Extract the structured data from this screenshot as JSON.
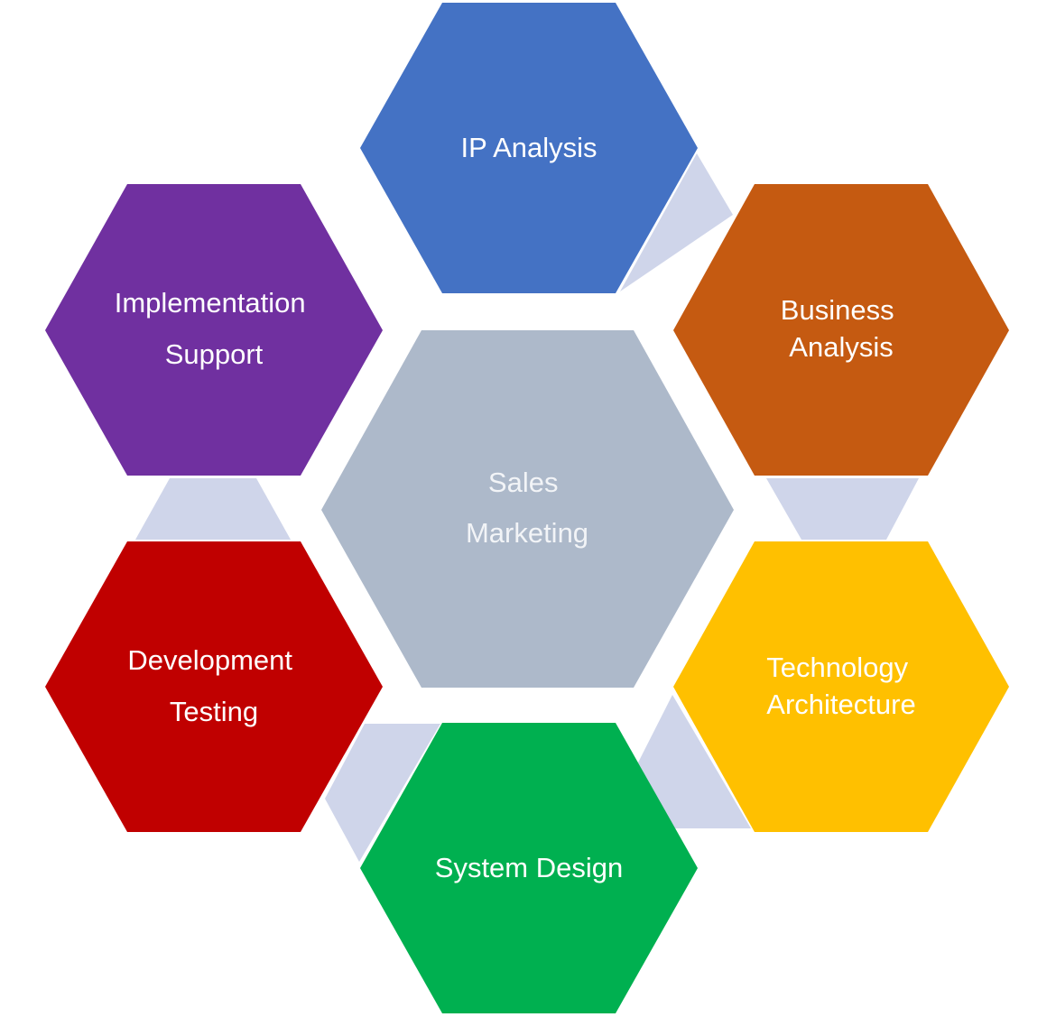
{
  "diagram": {
    "center": {
      "lines": [
        "Sales",
        "Marketing"
      ],
      "color": "#ADB9CA"
    },
    "connector_color": "#CFD5EA",
    "nodes": [
      {
        "id": "ip-analysis",
        "lines": [
          "IP Analysis"
        ],
        "color": "#4472C4"
      },
      {
        "id": "business-analysis",
        "lines": [
          "Business",
          "Analysis"
        ],
        "color": "#C55A11"
      },
      {
        "id": "technology-architecture",
        "lines": [
          "Technology",
          "Architecture"
        ],
        "color": "#FFC000"
      },
      {
        "id": "system-design",
        "lines": [
          "System Design"
        ],
        "color": "#00B050"
      },
      {
        "id": "development-testing",
        "lines": [
          "Development",
          "Testing"
        ],
        "color": "#C00000"
      },
      {
        "id": "implementation-support",
        "lines": [
          "Implementation",
          "Support"
        ],
        "color": "#7030A0"
      }
    ]
  }
}
